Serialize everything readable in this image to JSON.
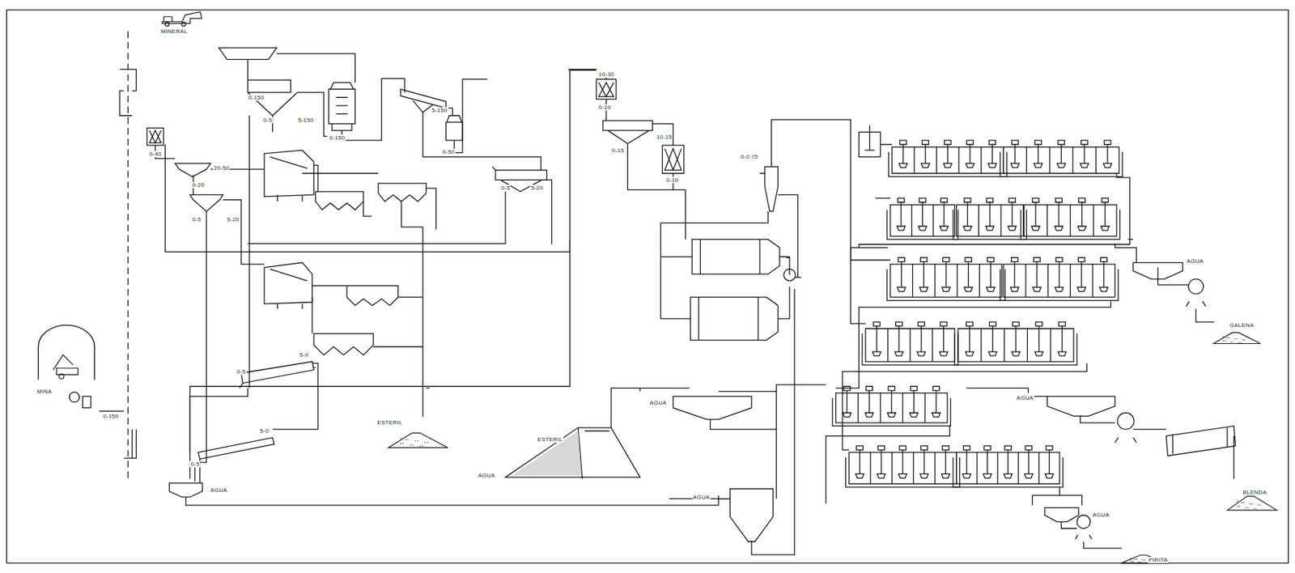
{
  "diagram": {
    "nodes": [
      {
        "text": [
          "MINERAL"
        ]
      },
      {
        "text": [
          "MINA"
        ]
      },
      {
        "text": [
          "ESTERIL"
        ]
      },
      {
        "text": [
          "GALENA"
        ]
      },
      {
        "text": [
          "BLENDA"
        ]
      },
      {
        "text": [
          "PIRITA"
        ]
      }
    ],
    "labels": [
      "0-150",
      "0-5",
      "5-150",
      "0-150",
      "5-150",
      "0-50",
      "0-40",
      "20-50",
      "0-20",
      "0-5",
      "5-20",
      "0-5",
      "5-20",
      "0-5",
      "5-0",
      "0-5",
      "5-0",
      "0-150",
      "10-30",
      "0-10",
      "0-15",
      "10-15",
      "0-10",
      "0-0.75",
      "AGUA",
      "AGUA",
      "AGUA",
      "AGUA",
      "AGUA",
      "AGUA",
      "AGUA",
      "ESTERIL"
    ]
  }
}
